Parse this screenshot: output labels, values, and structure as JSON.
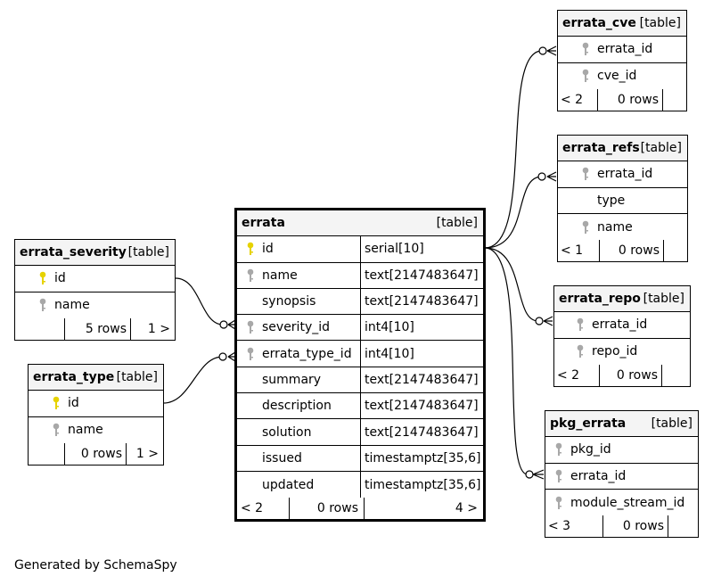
{
  "caption": "Generated by SchemaSpy",
  "tables": {
    "errata": {
      "name": "errata",
      "tag": "[table]",
      "columns": [
        {
          "name": "id",
          "type": "serial[10]",
          "icon": "primary-key-icon"
        },
        {
          "name": "name",
          "type": "text[2147483647]",
          "icon": "key-icon"
        },
        {
          "name": "synopsis",
          "type": "text[2147483647]",
          "icon": ""
        },
        {
          "name": "severity_id",
          "type": "int4[10]",
          "icon": "key-icon"
        },
        {
          "name": "errata_type_id",
          "type": "int4[10]",
          "icon": "key-icon"
        },
        {
          "name": "summary",
          "type": "text[2147483647]",
          "icon": ""
        },
        {
          "name": "description",
          "type": "text[2147483647]",
          "icon": ""
        },
        {
          "name": "solution",
          "type": "text[2147483647]",
          "icon": ""
        },
        {
          "name": "issued",
          "type": "timestamptz[35,6]",
          "icon": ""
        },
        {
          "name": "updated",
          "type": "timestamptz[35,6]",
          "icon": ""
        }
      ],
      "footer": {
        "parents": "< 2",
        "rows": "0 rows",
        "children": "4 >"
      }
    },
    "errata_severity": {
      "name": "errata_severity",
      "tag": "[table]",
      "columns": [
        {
          "name": "id",
          "icon": "primary-key-icon"
        },
        {
          "name": "name",
          "icon": "key-icon"
        }
      ],
      "footer": {
        "parents": "",
        "rows": "5 rows",
        "children": "1 >"
      }
    },
    "errata_type": {
      "name": "errata_type",
      "tag": "[table]",
      "columns": [
        {
          "name": "id",
          "icon": "primary-key-icon"
        },
        {
          "name": "name",
          "icon": "key-icon"
        }
      ],
      "footer": {
        "parents": "",
        "rows": "0 rows",
        "children": "1 >"
      }
    },
    "errata_cve": {
      "name": "errata_cve",
      "tag": "[table]",
      "columns": [
        {
          "name": "errata_id",
          "icon": "key-icon"
        },
        {
          "name": "cve_id",
          "icon": "key-icon"
        }
      ],
      "footer": {
        "parents": "< 2",
        "rows": "0 rows",
        "children": ""
      }
    },
    "errata_refs": {
      "name": "errata_refs",
      "tag": "[table]",
      "columns": [
        {
          "name": "errata_id",
          "icon": "key-icon"
        },
        {
          "name": "type",
          "icon": ""
        },
        {
          "name": "name",
          "icon": "key-icon"
        }
      ],
      "footer": {
        "parents": "< 1",
        "rows": "0 rows",
        "children": ""
      }
    },
    "errata_repo": {
      "name": "errata_repo",
      "tag": "[table]",
      "columns": [
        {
          "name": "errata_id",
          "icon": "key-icon"
        },
        {
          "name": "repo_id",
          "icon": "key-icon"
        }
      ],
      "footer": {
        "parents": "< 2",
        "rows": "0 rows",
        "children": ""
      }
    },
    "pkg_errata": {
      "name": "pkg_errata",
      "tag": "[table]",
      "columns": [
        {
          "name": "pkg_id",
          "icon": "key-icon"
        },
        {
          "name": "errata_id",
          "icon": "key-icon"
        },
        {
          "name": "module_stream_id",
          "icon": "key-icon"
        }
      ],
      "footer": {
        "parents": "< 3",
        "rows": "0 rows",
        "children": ""
      }
    }
  },
  "colors": {
    "primary_key": "#e6d200",
    "key": "#a8a8a8",
    "header_bg": "#f4f4f4",
    "line": "#000000"
  }
}
